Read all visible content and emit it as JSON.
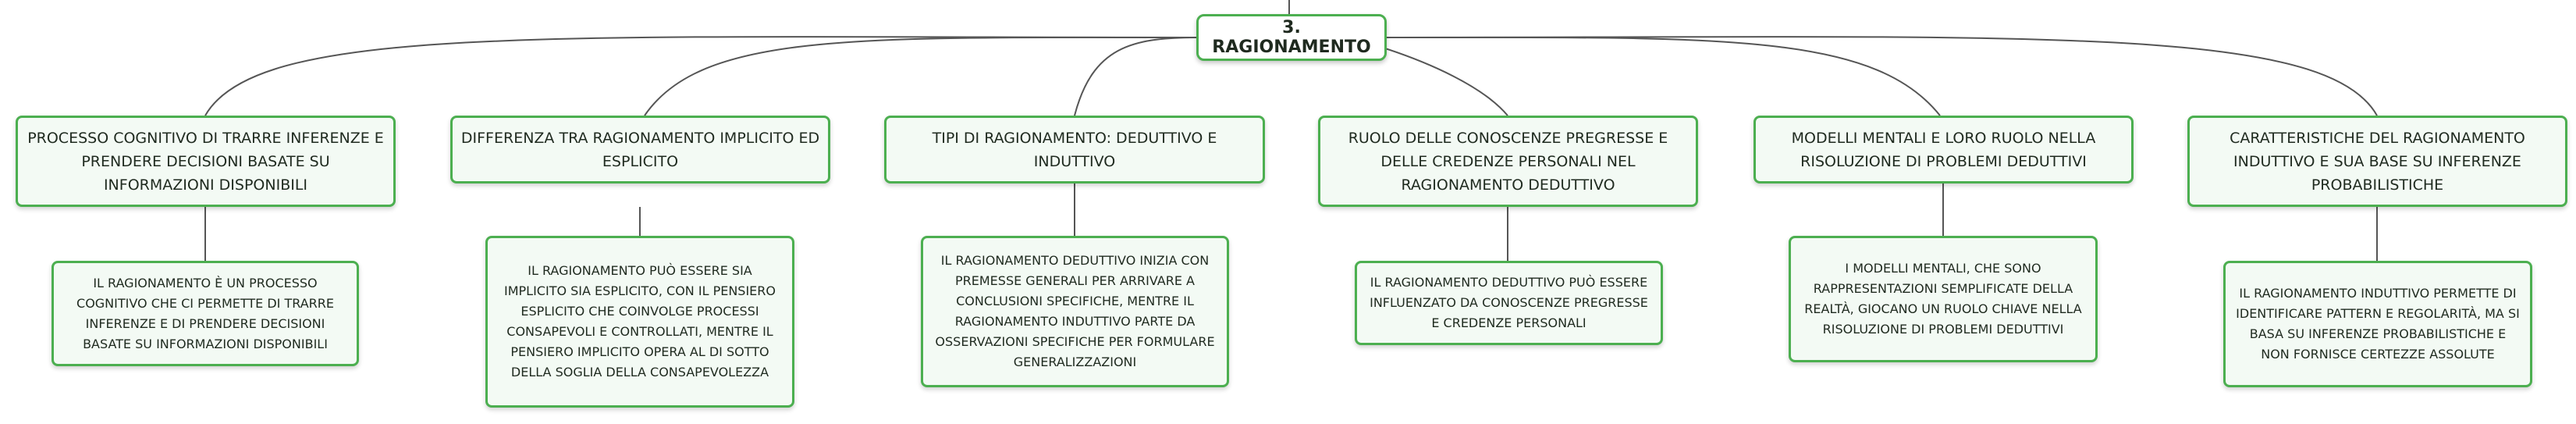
{
  "root": {
    "label": "3. RAGIONAMENTO"
  },
  "colors": {
    "border": "#4caf50",
    "fill": "#f3faf4",
    "line": "#555555"
  },
  "branches": [
    {
      "topic": "PROCESSO COGNITIVO DI TRARRE INFERENZE E PRENDERE DECISIONI BASATE SU INFORMAZIONI DISPONIBILI",
      "detail": "IL RAGIONAMENTO È UN PROCESSO COGNITIVO CHE CI PERMETTE DI TRARRE INFERENZE E DI PRENDERE DECISIONI BASATE SU INFORMAZIONI DISPONIBILI"
    },
    {
      "topic": "DIFFERENZA TRA RAGIONAMENTO IMPLICITO ED ESPLICITO",
      "detail": "IL RAGIONAMENTO PUÒ ESSERE SIA IMPLICITO SIA ESPLICITO, CON IL PENSIERO ESPLICITO CHE COINVOLGE PROCESSI CONSAPEVOLI E CONTROLLATI, MENTRE IL PENSIERO IMPLICITO OPERA AL DI SOTTO DELLA SOGLIA DELLA CONSAPEVOLEZZA"
    },
    {
      "topic": "TIPI DI RAGIONAMENTO: DEDUTTIVO E INDUTTIVO",
      "detail": "IL RAGIONAMENTO DEDUTTIVO INIZIA CON PREMESSE GENERALI PER ARRIVARE A CONCLUSIONI SPECIFICHE, MENTRE IL RAGIONAMENTO INDUTTIVO PARTE DA OSSERVAZIONI SPECIFICHE PER FORMULARE GENERALIZZAZIONI"
    },
    {
      "topic": "RUOLO DELLE CONOSCENZE PREGRESSE E DELLE CREDENZE PERSONALI NEL RAGIONAMENTO DEDUTTIVO",
      "detail": "IL RAGIONAMENTO DEDUTTIVO PUÒ ESSERE INFLUENZATO DA CONOSCENZE PREGRESSE E CREDENZE PERSONALI"
    },
    {
      "topic": "MODELLI MENTALI E LORO RUOLO NELLA RISOLUZIONE DI PROBLEMI DEDUTTIVI",
      "detail": "I MODELLI MENTALI, CHE SONO RAPPRESENTAZIONI SEMPLIFICATE DELLA REALTÀ, GIOCANO UN RUOLO CHIAVE NELLA RISOLUZIONE DI PROBLEMI DEDUTTIVI"
    },
    {
      "topic": "CARATTERISTICHE DEL RAGIONAMENTO INDUTTIVO E SUA BASE SU INFERENZE PROBABILISTICHE",
      "detail": "IL RAGIONAMENTO INDUTTIVO PERMETTE DI IDENTIFICARE PATTERN E REGOLARITÀ, MA SI BASA SU INFERENZE PROBABILISTICHE E NON FORNISCE CERTEZZE ASSOLUTE"
    }
  ]
}
